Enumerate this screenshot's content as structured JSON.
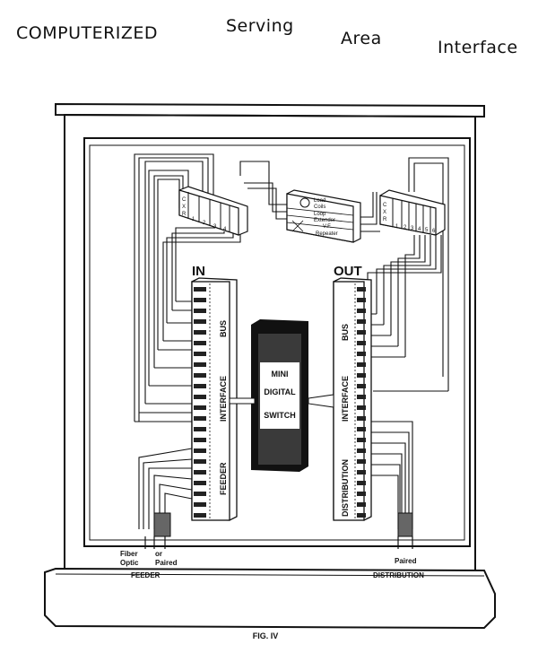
{
  "title": {
    "word1": "COMPUTERIZED",
    "word2": "Serving",
    "word3": "Area",
    "word4": "Interface"
  },
  "modules": {
    "left_cxr": {
      "label_c": "C",
      "label_x": "X",
      "label_r": "R",
      "slots": [
        "1",
        "2",
        "3",
        "4"
      ]
    },
    "right_cxr": {
      "label_c": "C",
      "label_x": "X",
      "label_r": "R",
      "slots": [
        "1",
        "2",
        "3",
        "4",
        "5",
        "6"
      ]
    },
    "options": [
      "Load",
      "Coils",
      "Loop",
      "Extender",
      "V.F.",
      "Repeater"
    ]
  },
  "in_label": "IN",
  "out_label": "OUT",
  "in_bus": {
    "bus": "BUS",
    "interface": "INTERFACE",
    "feeder": "FEEDER"
  },
  "out_bus": {
    "bus": "BUS",
    "interface": "INTERFACE",
    "distribution": "DISTRIBUTION"
  },
  "switch": {
    "line1": "MINI",
    "line2": "DIGITAL",
    "line3": "SWITCH"
  },
  "bottom_left": {
    "fiber": "Fiber",
    "optic": "Optic",
    "or": "or",
    "paired": "Paired",
    "feeder": "FEEDER"
  },
  "bottom_right": {
    "paired": "Paired",
    "distribution": "DISTRIBUTION"
  },
  "caption": "FIG. IV"
}
